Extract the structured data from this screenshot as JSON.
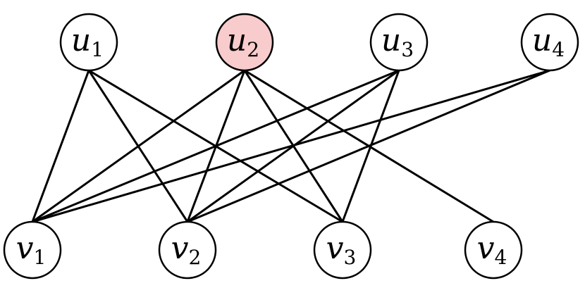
{
  "graph": {
    "top_nodes": [
      {
        "id": "u1",
        "letter": "u",
        "subscript": "1",
        "highlighted": false
      },
      {
        "id": "u2",
        "letter": "u",
        "subscript": "2",
        "highlighted": true
      },
      {
        "id": "u3",
        "letter": "u",
        "subscript": "3",
        "highlighted": false
      },
      {
        "id": "u4",
        "letter": "u",
        "subscript": "4",
        "highlighted": false
      }
    ],
    "bottom_nodes": [
      {
        "id": "v1",
        "letter": "v",
        "subscript": "1",
        "highlighted": false
      },
      {
        "id": "v2",
        "letter": "v",
        "subscript": "2",
        "highlighted": false
      },
      {
        "id": "v3",
        "letter": "v",
        "subscript": "3",
        "highlighted": false
      },
      {
        "id": "v4",
        "letter": "v",
        "subscript": "4",
        "highlighted": false
      }
    ],
    "edges": [
      [
        "u1",
        "v1"
      ],
      [
        "u1",
        "v2"
      ],
      [
        "u1",
        "v3"
      ],
      [
        "u2",
        "v1"
      ],
      [
        "u2",
        "v2"
      ],
      [
        "u2",
        "v3"
      ],
      [
        "u2",
        "v4"
      ],
      [
        "u3",
        "v1"
      ],
      [
        "u3",
        "v2"
      ],
      [
        "u3",
        "v3"
      ],
      [
        "u4",
        "v1"
      ],
      [
        "u4",
        "v2"
      ]
    ],
    "colors": {
      "node_fill": "#ffffff",
      "node_stroke": "#000000",
      "highlight_fill": "#f8cccc",
      "highlight_stroke": "#b85450",
      "edge": "#000000"
    }
  }
}
